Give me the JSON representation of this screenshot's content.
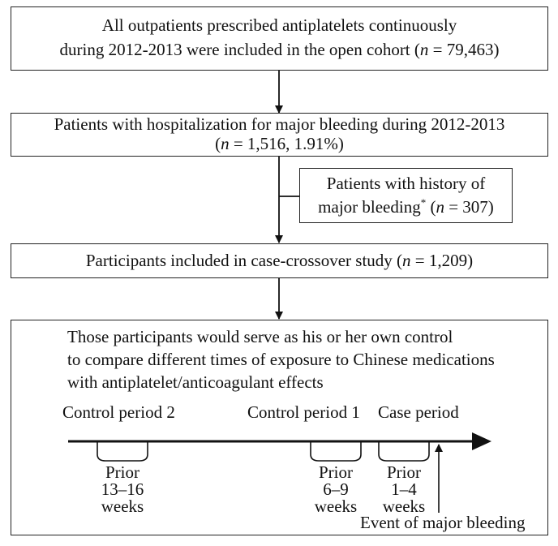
{
  "box1": {
    "line1": "All outpatients prescribed antiplatelets continuously",
    "line2_pre": "during 2012-2013 were included in the open cohort (",
    "n": "n",
    "line2_post": " = 79,463)"
  },
  "box2": {
    "line1": "Patients with hospitalization for major bleeding during 2012-2013",
    "line2_pre": "(",
    "n": "n",
    "line2_post": " = 1,516, 1.91%)"
  },
  "exclusion": {
    "line1": "Patients with history of",
    "line2_pre": "major bleeding",
    "star": "*",
    "line2_mid": " (",
    "n": "n",
    "line2_post": " = 307)"
  },
  "box3": {
    "pre": "Participants included in case-crossover study (",
    "n": "n",
    "post": " = 1,209)"
  },
  "box4": {
    "lines": [
      "Those participants would serve as his or her own control",
      "to compare different times of exposure to Chinese medications",
      "with antiplatelet/anticoagulant effects"
    ]
  },
  "timeline": {
    "control2": "Control period 2",
    "control1": "Control period 1",
    "case": "Case period",
    "prior2": [
      "Prior",
      "13–16",
      "weeks"
    ],
    "prior1": [
      "Prior",
      "6–9",
      "weeks"
    ],
    "prior_case": [
      "Prior",
      "1–4",
      "weeks"
    ],
    "event": "Event of major bleeding"
  }
}
